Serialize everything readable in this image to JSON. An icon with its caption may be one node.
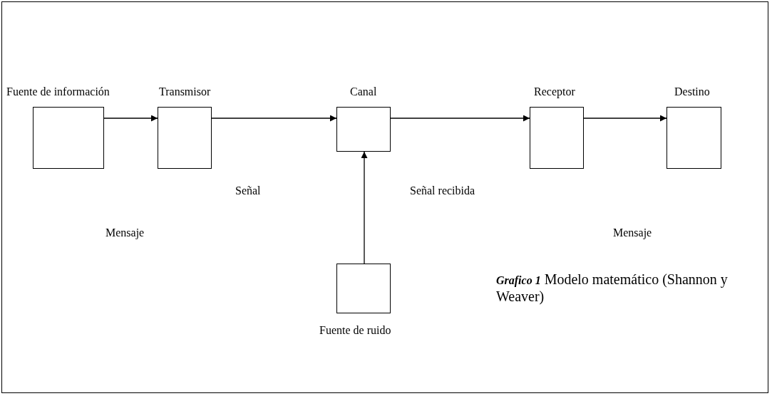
{
  "diagram": {
    "caption": "**Grafico 1** Modelo matemático (Shannon  y Weaver)",
    "nodes": [
      {
        "text": [
          "Fuente de información"
        ]
      },
      {
        "text": [
          "Transmisor"
        ]
      },
      {
        "text": [
          "Canal"
        ]
      },
      {
        "text": [
          "Receptor"
        ]
      },
      {
        "text": [
          "Destino"
        ]
      },
      {
        "text": [
          "Fuente de ruido"
        ]
      }
    ],
    "edges": [
      {
        "from": 0,
        "to": 1,
        "arrow": "to"
      },
      {
        "from": 1,
        "to": 2,
        "arrow": "to"
      },
      {
        "from": 2,
        "to": 3,
        "arrow": "to"
      },
      {
        "from": 3,
        "to": 4,
        "arrow": "to"
      },
      {
        "from": 5,
        "to": 2,
        "arrow": "to"
      }
    ],
    "labels": [
      "Señal",
      "Señal recibida",
      "Mensaje",
      "Mensaje"
    ]
  }
}
